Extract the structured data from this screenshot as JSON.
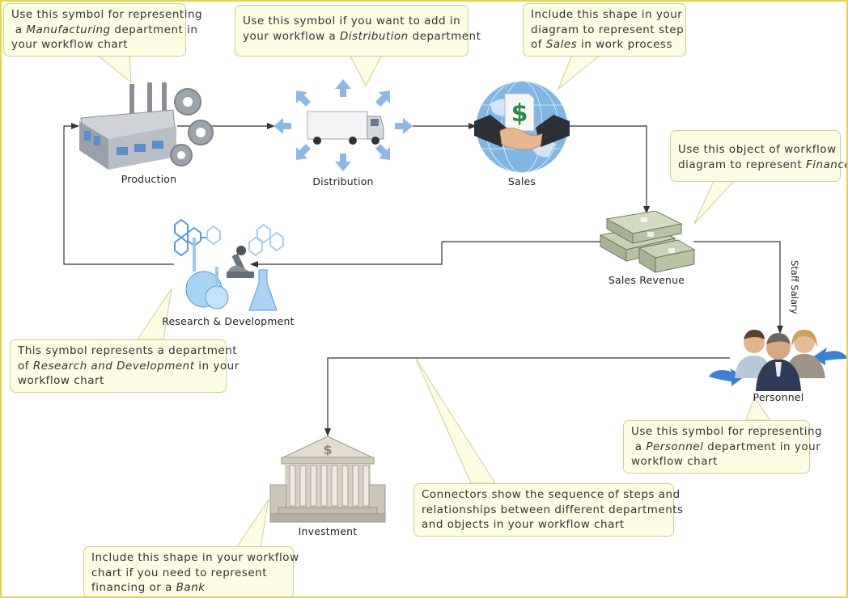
{
  "nodes": {
    "production": {
      "label": "Production",
      "icon": "factory-icon"
    },
    "distribution": {
      "label": "Distribution",
      "icon": "truck-icon"
    },
    "sales": {
      "label": "Sales",
      "icon": "handshake-globe-icon"
    },
    "sales_revenue": {
      "label": "Sales Revenue",
      "icon": "money-stack-icon"
    },
    "research": {
      "label": "Research & Development",
      "icon": "lab-equipment-icon"
    },
    "personnel": {
      "label": "Personnel",
      "icon": "people-icon"
    },
    "investment": {
      "label": "Investment",
      "icon": "bank-icon"
    }
  },
  "connectors": {
    "staff_salary": "Staff Salary"
  },
  "callouts": {
    "production": {
      "l1": "Use this symbol for representing",
      "l2a": "a ",
      "l2b": "Manufacturing",
      "l2c": " department in",
      "l3": "your workflow chart"
    },
    "distribution": {
      "l1": "Use this symbol if you want to add in",
      "l2a": "your workflow a ",
      "l2b": "Distribution",
      "l2c": " department"
    },
    "sales": {
      "l1": "Include this shape in your",
      "l2": "diagram to represent step",
      "l3a": "of ",
      "l3b": "Sales",
      "l3c": " in work process"
    },
    "finance": {
      "l1": "Use this object of workflow",
      "l2a": "diagram to represent ",
      "l2b": "Finance"
    },
    "research": {
      "l1": "This symbol represents a department",
      "l2a": "of ",
      "l2b": "Research and Development",
      "l2c": " in your",
      "l3": "workflow chart"
    },
    "personnel": {
      "l1": "Use this symbol for representing",
      "l2a": "a ",
      "l2b": "Personnel",
      "l2c": " department in your",
      "l3": "workflow chart"
    },
    "connectors": {
      "l1": "Connectors show the sequence of steps and",
      "l2": "relationships between different departments",
      "l3": "and objects in your workflow chart"
    },
    "investment": {
      "l1": "Include this shape in your workflow",
      "l2": "chart if you need to represent",
      "l3a": "financing or a ",
      "l3b": "Bank"
    }
  },
  "colors": {
    "connector": "#333333",
    "callout_fill": "#fdfde3",
    "callout_border": "#cfcf9a",
    "frame": "#e8d24a",
    "arrow_blue": "#6aa3dd"
  }
}
